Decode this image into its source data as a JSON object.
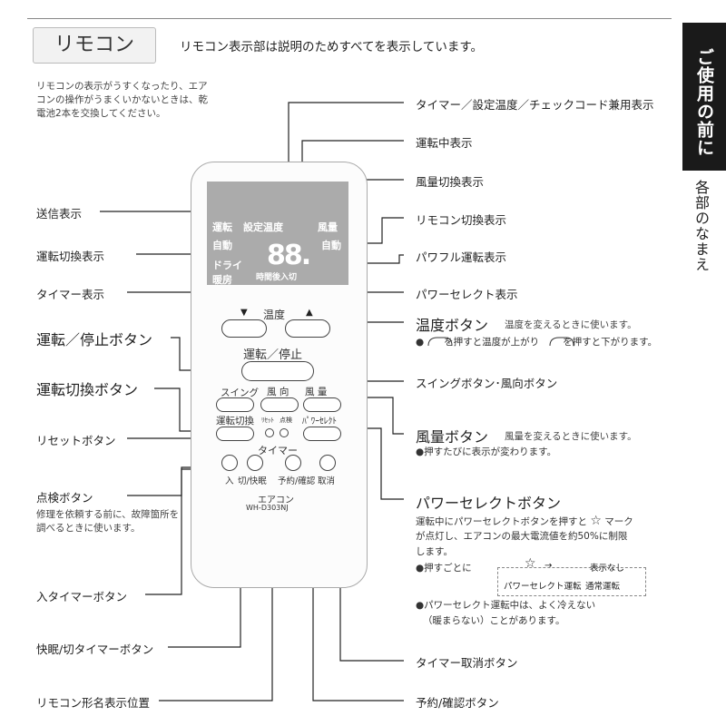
{
  "header": {
    "title": "リモコン",
    "intro": "リモコン表示部は説明のためすべてを表示しています。",
    "side_tab": "ご使用の前に",
    "side_sub": "各部のなまえ"
  },
  "note": "リモコンの表示がうすくなったり、エアコンの操作がうまくいかないときは、乾電池2本を交換してください。",
  "right_labels": {
    "timer_display": "タイマー／設定温度／チェックコード兼用表示",
    "running_display": "運転中表示",
    "fan_display": "風量切換表示",
    "remote_switch_display": "リモコン切換表示",
    "powerful_display": "パワフル運転表示",
    "power_select_display": "パワーセレクト表示",
    "temp_button": "温度ボタン",
    "temp_desc": "温度を変えるときに使います。",
    "temp_note_a": "を押すと温度が上がり",
    "temp_note_b": "を押すと下がります。",
    "swing_button": "スイングボタン･風向ボタン",
    "fan_button": "風量ボタン",
    "fan_desc": "風量を変えるときに使います。",
    "fan_note": "●押すたびに表示が変わります。",
    "power_select_button": "パワーセレクトボタン",
    "ps_desc_1": "運転中にパワーセレクトボタンを押すと",
    "ps_desc_1b": "マーク",
    "ps_desc_2": "が点灯し、エアコンの最大電流値を約50%に制限",
    "ps_desc_3": "します。",
    "ps_press": "●押すごとに",
    "ps_no_display": "表示なし",
    "ps_mode": "パワーセレクト運転",
    "ps_normal": "通常運転",
    "ps_warn_1": "●パワーセレクト運転中は、よく冷えない",
    "ps_warn_2": "（暖まらない）ことがあります。",
    "timer_cancel_button": "タイマー取消ボタン",
    "reserve_button": "予約/確認ボタン"
  },
  "left_labels": {
    "send_display": "送信表示",
    "mode_display": "運転切換表示",
    "timer_display": "タイマー表示",
    "run_stop_button": "運転／停止ボタン",
    "mode_button": "運転切換ボタン",
    "reset_button": "リセットボタン",
    "check_button": "点検ボタン",
    "check_desc": "修理を依頼する前に、故障箇所を調べるときに使います。",
    "on_timer_button": "入タイマーボタン",
    "sleep_timer_button": "快眠/切タイマーボタン",
    "model_position": "リモコン形名表示位置"
  },
  "remote": {
    "lcd_run": "運転",
    "lcd_set_temp": "設定温度",
    "lcd_fan": "風量",
    "lcd_auto": "自動",
    "lcd_auto2": "自動",
    "lcd_dry": "ドライ",
    "lcd_heat": "暖房",
    "lcd_digits": "88.",
    "lcd_timer_text": "時間後入切",
    "temp": "温度",
    "run_stop": "運転／停止",
    "swing": "スイング",
    "direction": "風 向",
    "fan": "風 量",
    "mode": "運転切換",
    "reset": "ﾘｾｯﾄ",
    "check": "点検",
    "power_select": "ﾊﾟﾜｰｾﾚｸﾄ",
    "timer": "タイマー",
    "on": "入",
    "off_sleep": "切/快眠",
    "reserve": "予約/確認",
    "cancel": "取消",
    "aircon": "エアコン",
    "model": "WH-D303NJ"
  }
}
